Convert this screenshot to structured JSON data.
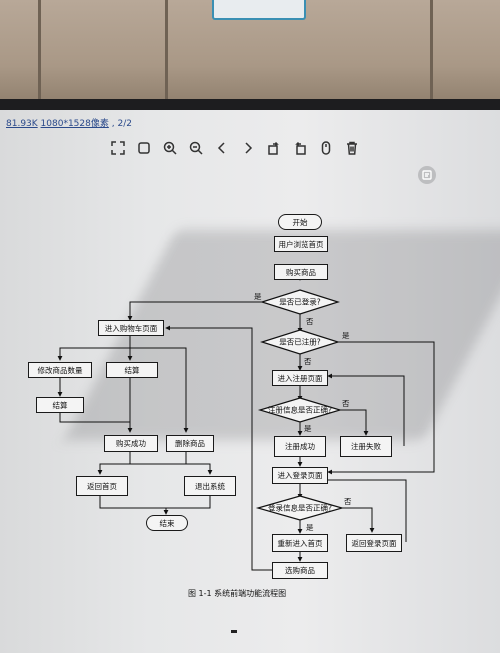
{
  "viewer": {
    "file_size": "81.93K",
    "resolution": "1080*1528像素",
    "page": "2/2"
  },
  "toolbar": {
    "tools": [
      {
        "name": "fullscreen-icon"
      },
      {
        "name": "fit-window-icon"
      },
      {
        "name": "zoom-in-icon"
      },
      {
        "name": "zoom-out-icon"
      },
      {
        "name": "prev-icon"
      },
      {
        "name": "next-icon"
      },
      {
        "name": "rotate-left-icon"
      },
      {
        "name": "rotate-right-icon"
      },
      {
        "name": "mouse-icon"
      },
      {
        "name": "delete-icon"
      }
    ]
  },
  "flowchart": {
    "nodes": {
      "start": "开始",
      "browse_home": "用户浏览首页",
      "buy_goods": "购买商品",
      "is_logged_in": "是否已登录?",
      "enter_cart": "进入购物车页面",
      "is_registered": "是否已注册?",
      "modify_qty": "修改商品数量",
      "checkout": "结算",
      "enter_register": "进入注册页面",
      "checkout2": "结算",
      "reg_info_ok": "注册信息是否正确?",
      "buy_success": "购买成功",
      "delete_goods": "删除商品",
      "reg_success": "注册成功",
      "reg_fail": "注册失败",
      "back_home": "返回首页",
      "exit_system": "退出系统",
      "enter_login": "进入登录页面",
      "login_info_ok": "登录信息是否正确?",
      "end": "结束",
      "reenter_home": "重新进入首页",
      "back_login": "返回登录页面",
      "choose_goods": "选购商品"
    },
    "labels": {
      "yes": "是",
      "no": "否"
    },
    "caption": "图 1-1 系统前端功能流程图"
  }
}
